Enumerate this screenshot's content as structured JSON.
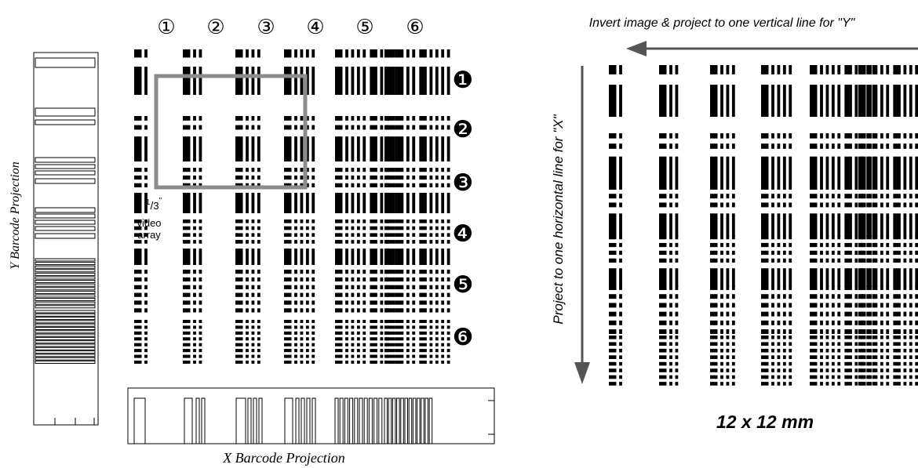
{
  "column_labels": [
    "①",
    "②",
    "③",
    "④",
    "⑤",
    "⑥"
  ],
  "row_labels": [
    "❶",
    "❷",
    "❸",
    "❹",
    "❺",
    "❻"
  ],
  "video_array_label": {
    "fraction_num": "1",
    "fraction_den": "3",
    "fraction_unit": "\"",
    "line1": "video",
    "line2": "array"
  },
  "y_projection_label": "Y Barcode Projection",
  "x_projection_label": "X Barcode Projection",
  "right_top_caption": "Invert image & project to one vertical line for \"Y\"",
  "right_side_caption": "Project to one horizontal line for \"X\"",
  "size_caption": "12 x 12 mm",
  "colors": {
    "ink": "#000000",
    "box": "#8c8c8c",
    "arrow": "#555555"
  }
}
